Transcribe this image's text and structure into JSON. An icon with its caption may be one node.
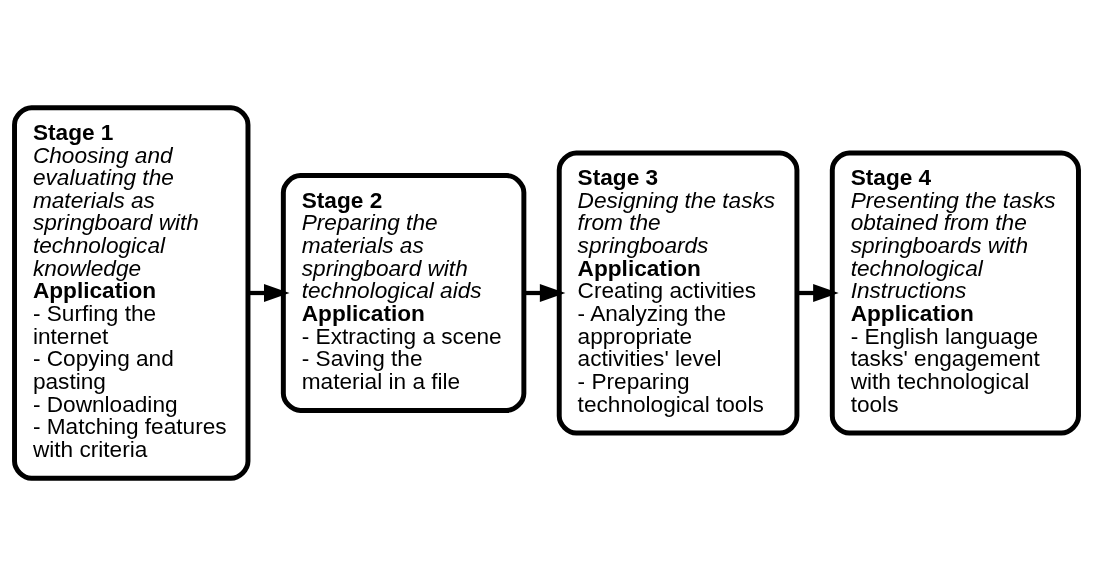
{
  "diagram": {
    "nodes": [
      {
        "text": [
          "Stage 1",
          "Choosing and evaluating the materials as springboard with technological knowledge",
          "Application",
          "- Surfing the internet",
          "- Copying and pasting",
          "- Downloading",
          "- Matching features with criteria"
        ]
      },
      {
        "text": [
          "Stage 2",
          "Preparing the materials as springboard with technological aids",
          "Application",
          "- Extracting a scene",
          "- Saving the material in a file"
        ]
      },
      {
        "text": [
          "Stage 3",
          "Designing the tasks from the springboards",
          "Application",
          "Creating activities",
          "- Analyzing the appropriate activities' level",
          "- Preparing technological tools"
        ]
      },
      {
        "text": [
          "Stage 4",
          "Presenting the tasks obtained from the springboards with technological Instructions",
          "Application",
          "- English language tasks' engagement with technological tools"
        ]
      }
    ],
    "edges": [
      {
        "from": 0,
        "to": 1,
        "arrow": "to"
      },
      {
        "from": 1,
        "to": 2,
        "arrow": "to"
      },
      {
        "from": 2,
        "to": 3,
        "arrow": "to"
      }
    ]
  }
}
